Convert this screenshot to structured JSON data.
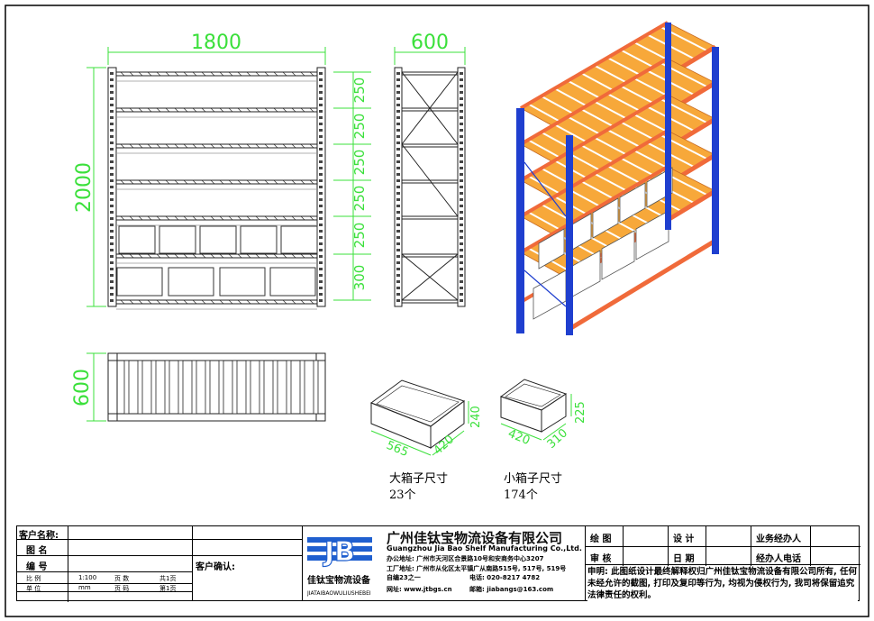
{
  "dimensions": {
    "front_width": "1800",
    "front_height": "2000",
    "side_depth": "600",
    "level_spacing": [
      "250",
      "250",
      "250",
      "250",
      "250",
      "300"
    ],
    "top_depth": "600"
  },
  "boxes": {
    "large": {
      "dims": [
        "565",
        "420",
        "240"
      ],
      "caption": "大箱子尺寸",
      "count": "23个"
    },
    "small": {
      "dims": [
        "420",
        "310",
        "225"
      ],
      "caption": "小箱子尺寸",
      "count": "174个"
    }
  },
  "colors": {
    "upright": "#1f3fcf",
    "beam": "#f06a3a",
    "deck": "#f7a83a",
    "dim": "#3be03b"
  },
  "title_block": {
    "customer_name": "客户名称:",
    "drawing_name": "图    名",
    "number": "编    号",
    "scale_label": "比    例",
    "scale_value": "1:100",
    "unit_label": "单    位",
    "unit_value": "mm",
    "pages_label": "页    数",
    "pages_value": "共1页",
    "page_label": "页    码",
    "page_value": "第1页",
    "customer_confirm": "客户确认:",
    "logo_text": "JB",
    "logo_cn": "佳钛宝物流设备",
    "logo_pinyin": "JIATAIBAOWULIUSHEBEI",
    "company_cn": "广州佳钛宝物流设备有限公司",
    "company_en": "Guangzhou Jia Bao Shelf Manufacturing Co.,Ltd.",
    "office_addr": "办公地址: 广州市天河区合景路10号和安商务中心3207",
    "factory_addr": "工厂地址: 广州市从化区太平镇广从南路515号, 517号, 519号",
    "factory_addr2": "自编23之一",
    "phone": "电话: 020-8217 4782",
    "website": "网址: www.jtbgs.cn",
    "email": "邮箱: jiabangs@163.com",
    "draw_label": "绘    图",
    "review_label": "审    核",
    "design_label": "设    计",
    "date_label": "日    期",
    "sales_label": "业务经办人",
    "sales_phone_label": "经办人电话",
    "statement": "申明: 此图纸设计最终解释权归广州佳钛宝物流设备有限公司所有, 任何未经允许的截图, 打印及复印等行为, 均视为侵权行为, 我司将保留追究法律责任的权利。"
  }
}
